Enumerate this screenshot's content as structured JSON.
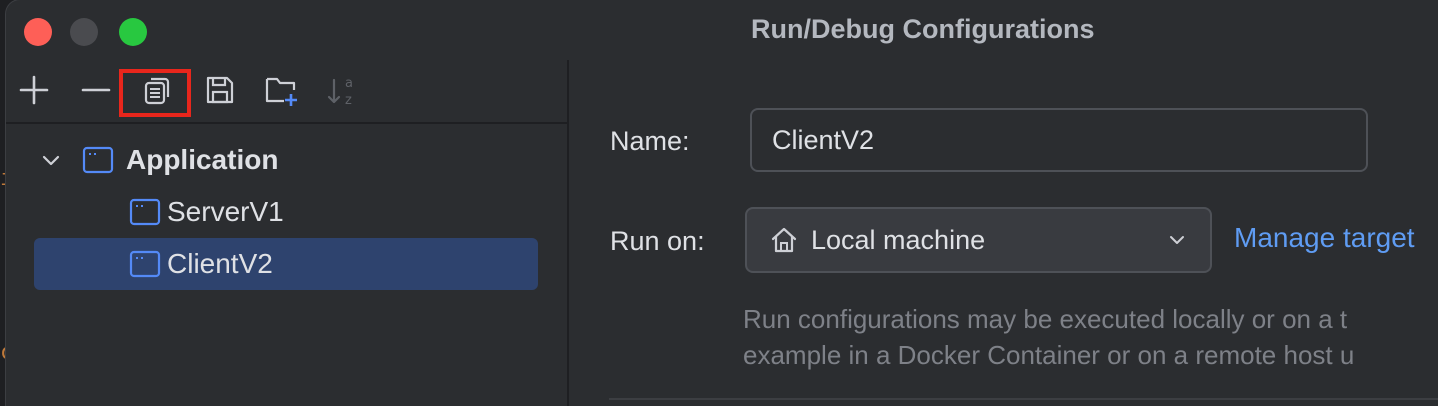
{
  "window": {
    "title": "Run/Debug Configurations"
  },
  "toolbar": {
    "buttons": [
      {
        "name": "add",
        "icon": "plus-icon"
      },
      {
        "name": "remove",
        "icon": "minus-icon"
      },
      {
        "name": "copy",
        "icon": "copy-icon",
        "highlighted": true
      },
      {
        "name": "save",
        "icon": "save-icon"
      },
      {
        "name": "new-folder",
        "icon": "folder-plus-icon"
      },
      {
        "name": "sort",
        "icon": "sort-az-icon"
      }
    ],
    "highlight_color": "#e8261c"
  },
  "tree": {
    "group": {
      "label": "Application",
      "expanded": true
    },
    "items": [
      {
        "label": "ServerV1",
        "selected": false
      },
      {
        "label": "ClientV2",
        "selected": true
      }
    ]
  },
  "form": {
    "name_label": "Name:",
    "name_value": "ClientV2",
    "run_on_label": "Run on:",
    "run_on_value": "Local machine",
    "manage_targets_link": "Manage target",
    "hint_line1": "Run configurations may be executed locally or on a t",
    "hint_line2": "example in a Docker Container or on a remote host u"
  },
  "background_text": [
    "i",
    "c"
  ],
  "colors": {
    "window_bg": "#2b2d30",
    "selection": "#2e436e",
    "link": "#5f9cf3",
    "icon_blue": "#548af7",
    "close": "#fe5f57",
    "maximize": "#28c840"
  }
}
